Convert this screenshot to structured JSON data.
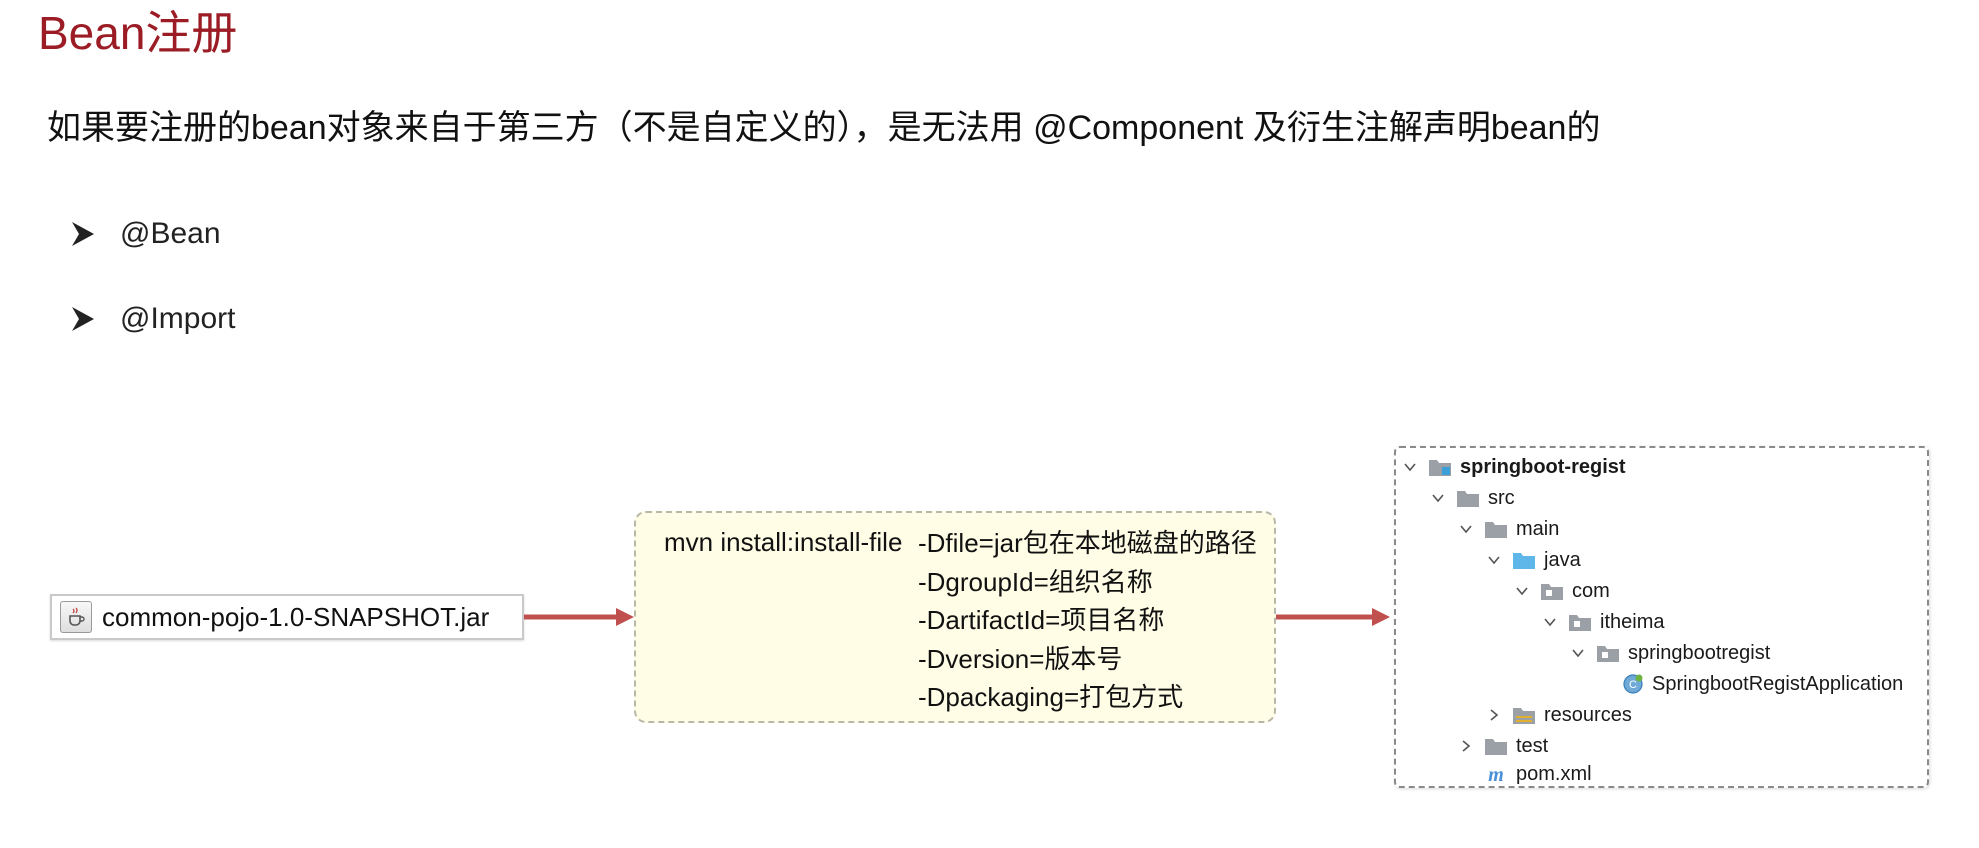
{
  "slide": {
    "title": "Bean注册",
    "subtitle": "如果要注册的bean对象来自于第三方（不是自定义的），是无法用 @Component 及衍生注解声明bean的",
    "bullets": [
      "@Bean",
      "@Import"
    ]
  },
  "jar": {
    "icon": "java-jar-icon",
    "filename": "common-pojo-1.0-SNAPSHOT.jar"
  },
  "command": {
    "main": "mvn install:install-file",
    "params": [
      "-Dfile=jar包在本地磁盘的路径",
      "-DgroupId=组织名称",
      "-DartifactId=项目名称",
      "-Dversion=版本号",
      "-Dpackaging=打包方式"
    ]
  },
  "project_tree": {
    "root": "springboot-regist",
    "src": "src",
    "main": "main",
    "java": "java",
    "com": "com",
    "itheima": "itheima",
    "package": "springbootregist",
    "app_class": "SpringbootRegistApplication",
    "resources": "resources",
    "test": "test",
    "pom": "pom.xml"
  },
  "colors": {
    "title": "#9b1c24",
    "arrow": "#c0504d",
    "command_bg": "#fffde6",
    "folder_blue": "#5fb6e8",
    "folder_gray": "#9aa0a6"
  }
}
